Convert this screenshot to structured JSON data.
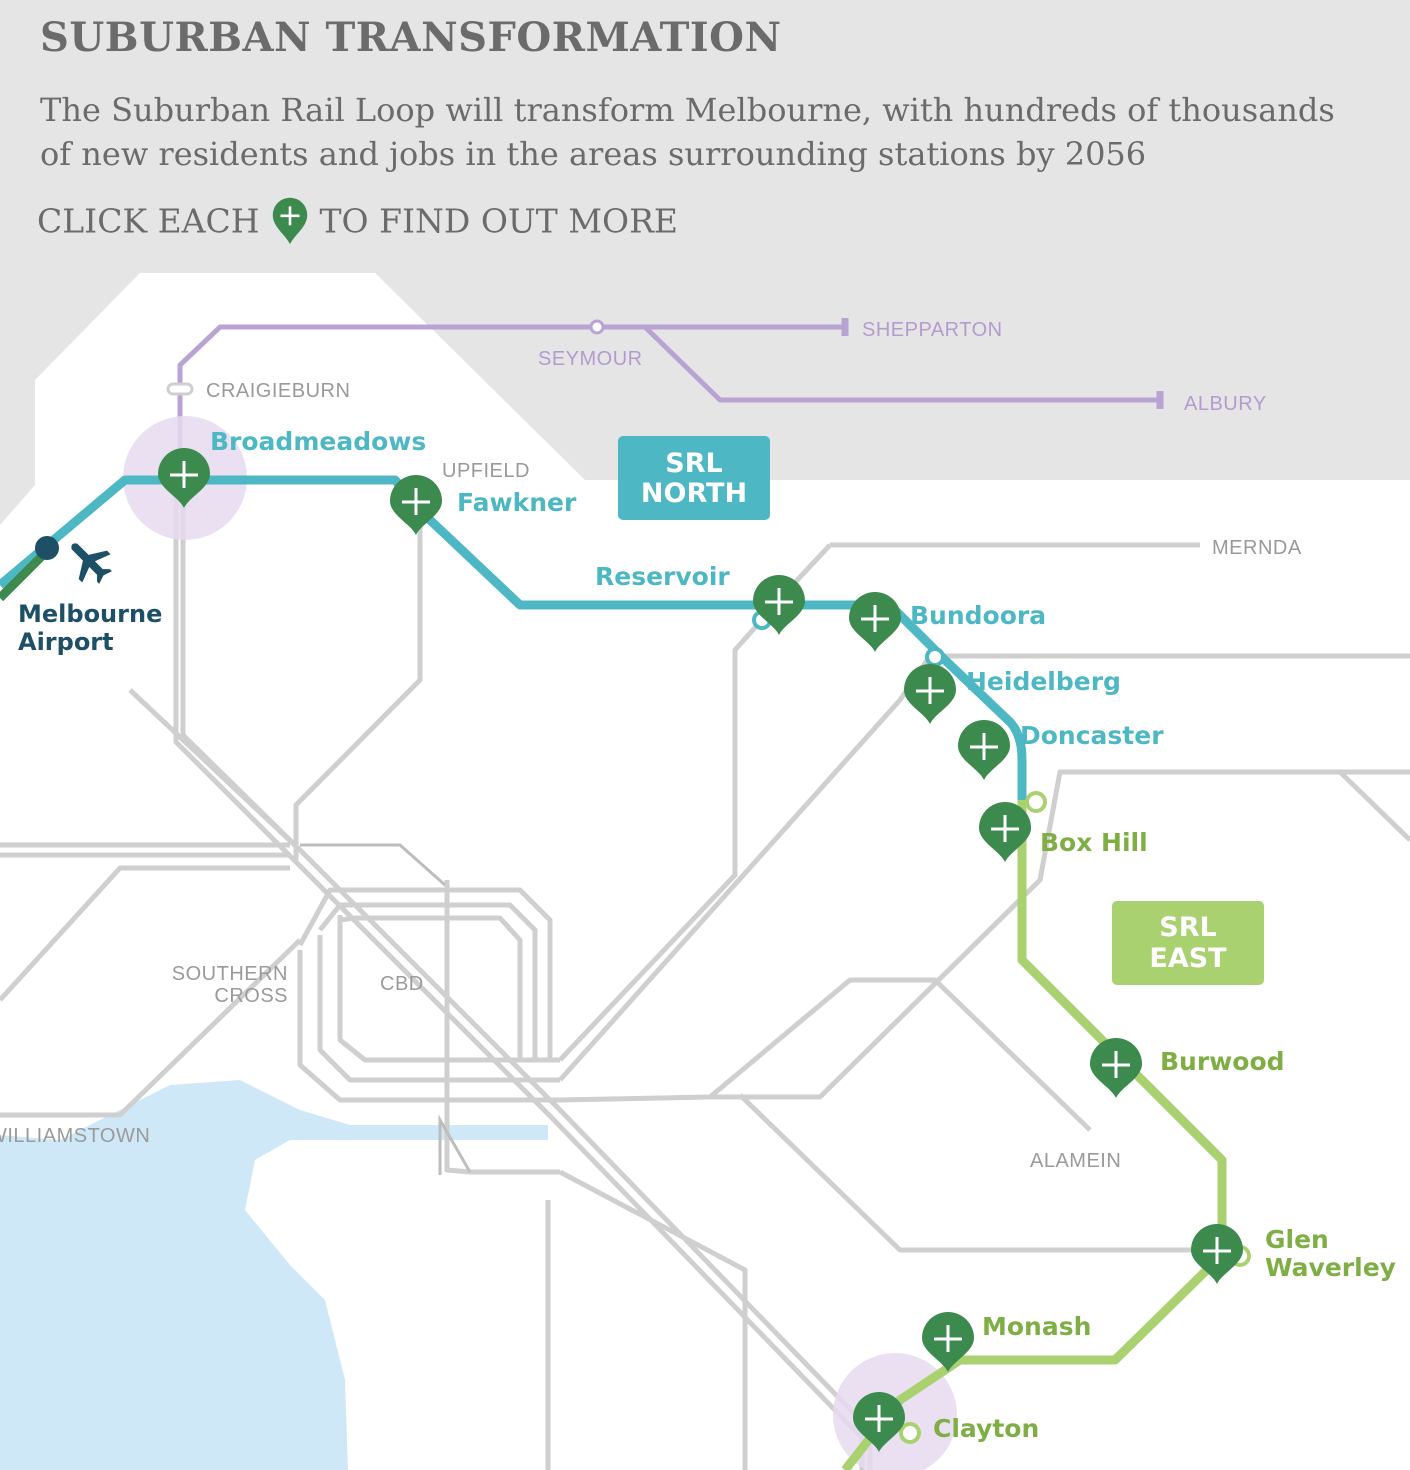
{
  "header": {
    "title": "SUBURBAN TRANSFORMATION",
    "intro": "The Suburban Rail Loop will transform Melbourne, with hundreds of thousands of new residents and jobs in the areas surrounding stations by 2056",
    "cta_before": "CLICK EACH",
    "cta_after": "TO FIND OUT MORE"
  },
  "colors": {
    "srl_north": "#4db8c4",
    "srl_east": "#a9d16f",
    "pin": "#3d8a4f",
    "regional": "#b9a3d4",
    "rail_grey": "#cfcfcf",
    "water": "#cfe8f7",
    "airport": "#1d4f66"
  },
  "badges": {
    "north": {
      "line1": "SRL",
      "line2": "NORTH"
    },
    "east": {
      "line1": "SRL",
      "line2": "EAST"
    }
  },
  "airport": {
    "line1": "Melbourne",
    "line2": "Airport",
    "icon": "airplane-icon"
  },
  "regional_labels": {
    "shepparton": "SHEPPARTON",
    "albury": "ALBURY",
    "seymour": "SEYMOUR"
  },
  "network_labels": {
    "craigieburn": "CRAIGIEBURN",
    "upfield": "UPFIELD",
    "mernda": "MERNDA",
    "southern_cross_1": "SOUTHERN",
    "southern_cross_2": "CROSS",
    "cbd": "CBD",
    "williamstown": "WILLIAMSTOWN",
    "alamein": "ALAMEIN"
  },
  "stations": {
    "broadmeadows": "Broadmeadows",
    "fawkner": "Fawkner",
    "reservoir": "Reservoir",
    "bundoora": "Bundoora",
    "heidelberg": "Heidelberg",
    "doncaster": "Doncaster",
    "box_hill": "Box Hill",
    "burwood": "Burwood",
    "glen_waverley_1": "Glen",
    "glen_waverley_2": "Waverley",
    "monash": "Monash",
    "clayton": "Clayton"
  }
}
